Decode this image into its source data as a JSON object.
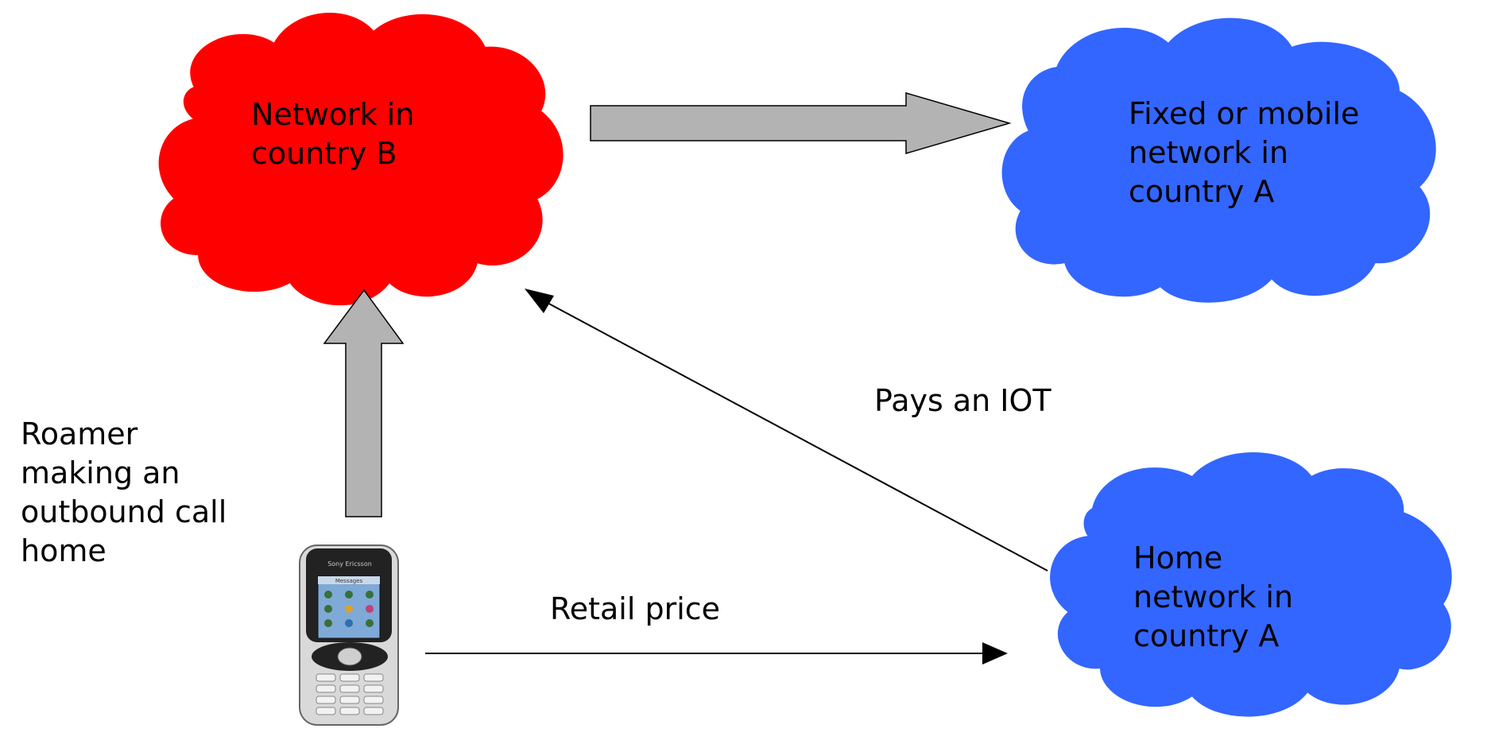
{
  "nodes": {
    "network_b": {
      "lines": [
        "Network in",
        "country B"
      ],
      "color": "#ff0000"
    },
    "fixed_mobile_a": {
      "lines": [
        "Fixed or mobile",
        "network in",
        "country A"
      ],
      "color": "#3366ff"
    },
    "home_network_a": {
      "lines": [
        "Home",
        "network in",
        "country A"
      ],
      "color": "#3366ff"
    }
  },
  "roamer": {
    "lines": [
      "Roamer",
      "making an",
      "outbound call",
      "home"
    ]
  },
  "phone": {
    "brand": "Sony Ericsson",
    "screen_title": "Messages"
  },
  "edges": {
    "iot_label": "Pays an IOT",
    "retail_label": "Retail price"
  },
  "colors": {
    "block_arrow_fill": "#b3b3b3",
    "block_arrow_stroke": "#000000"
  }
}
